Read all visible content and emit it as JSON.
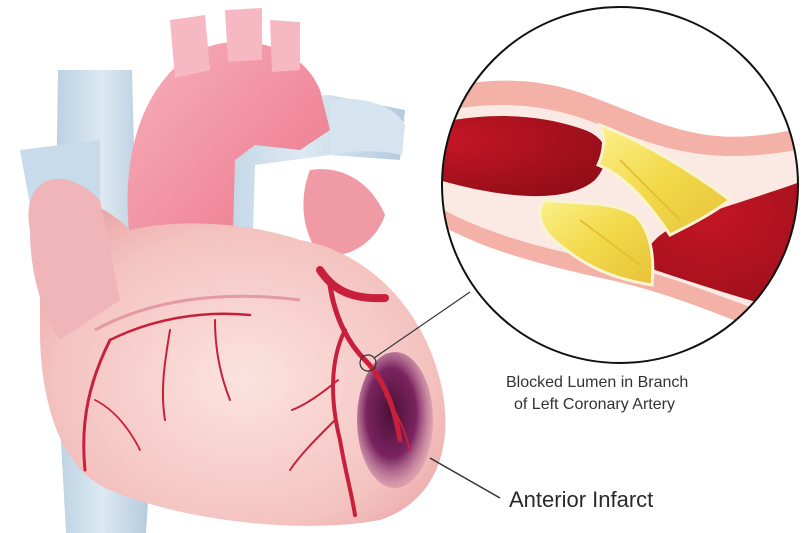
{
  "labels": {
    "lumen_line1": "Blocked Lumen in Branch",
    "lumen_line2": "of Left Coronary Artery",
    "infarct": "Anterior Infarct"
  },
  "colors": {
    "heart": "#f4c3c0",
    "vessels_blue": "#c8dcea",
    "aorta_pink": "#f39aa6",
    "artery_red": "#c8203c",
    "infarct_purple": "#6a1a4e",
    "blood": "#a3101c",
    "plaque": "#f3e15a",
    "vessel_wall": "#f3b1a8"
  },
  "icons": {
    "heart": "heart-illustration",
    "magnifier": "artery-cross-section-inset"
  }
}
